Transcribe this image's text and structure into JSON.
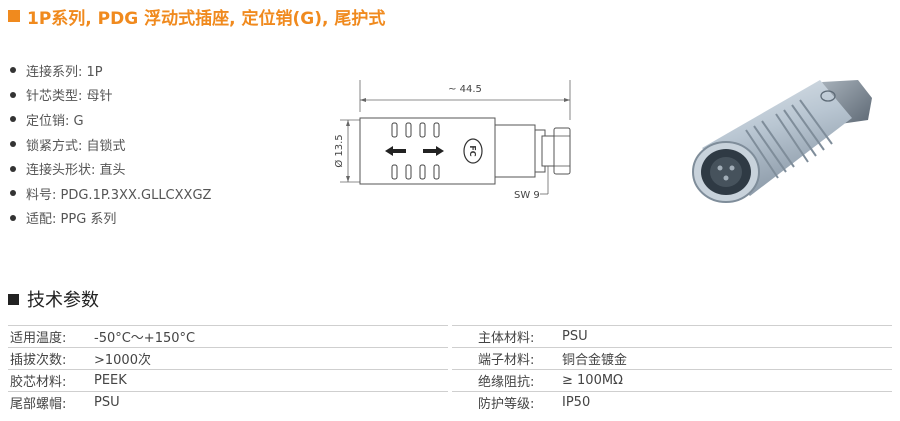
{
  "title": "1P系列, PDG 浮动式插座, 定位销(G), 尾护式",
  "specs": [
    "连接系列: 1P",
    "针芯类型: 母针",
    "定位销: G",
    "锁紧方式: 自锁式",
    "连接头形状: 直头",
    "料号: PDG.1P.3XX.GLLCXXGZ",
    "适配: PPG 系列"
  ],
  "drawing": {
    "length_label": "~ 44.5",
    "diameter_label": "Ø 13.5",
    "wrench_label": "SW 9",
    "logo_text": "FC"
  },
  "section_title": "技术参数",
  "params_left": [
    {
      "key": "适用温度:",
      "value": "-50°C～+150°C"
    },
    {
      "key": "插拔次数:",
      "value": ">1000次"
    },
    {
      "key": "胶芯材料:",
      "value": "PEEK"
    },
    {
      "key": "尾部螺帽:",
      "value": "PSU"
    }
  ],
  "params_right": [
    {
      "key": "主体材料:",
      "value": "PSU"
    },
    {
      "key": "端子材料:",
      "value": "铜合金镀金"
    },
    {
      "key": "绝缘阻抗:",
      "value": "≥ 100MΩ"
    },
    {
      "key": "防护等级:",
      "value": "IP50"
    }
  ],
  "colors": {
    "accent": "#f08a1e",
    "product_body": "#b9c6d2"
  }
}
